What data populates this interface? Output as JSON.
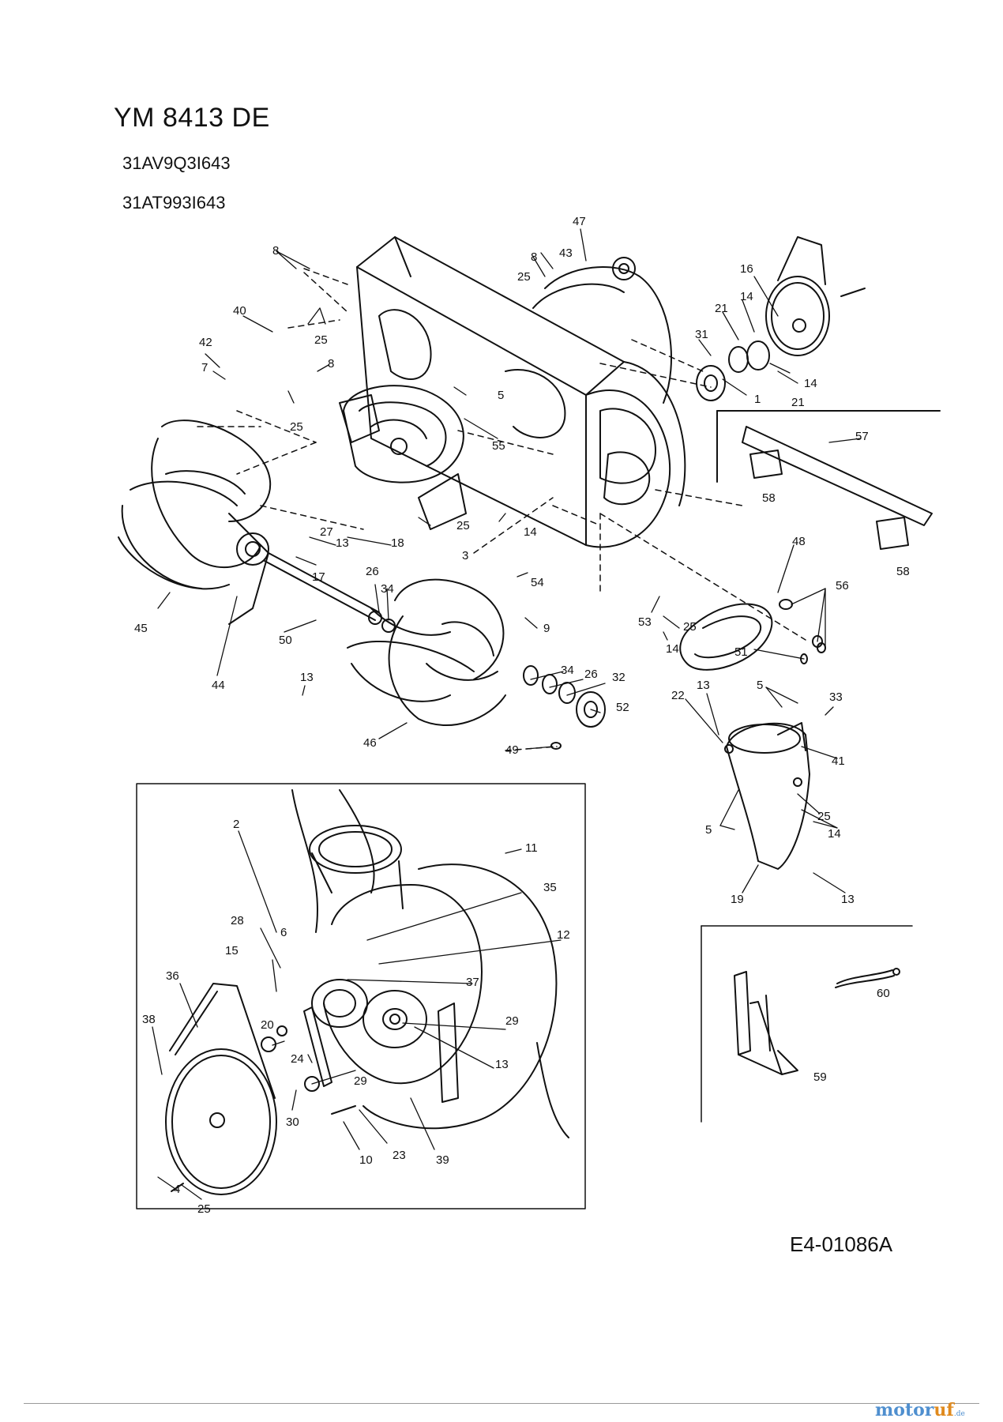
{
  "header": {
    "model": "YM 8413 DE",
    "part_codes": [
      "31AV9Q3I643",
      "31AT993I643"
    ]
  },
  "document_number": "E4-01086A",
  "logo": {
    "part1": "motor",
    "part2": "uf",
    "suffix": ".de"
  },
  "callouts": [
    {
      "id": "c-8a",
      "text": "8"
    },
    {
      "id": "c-40",
      "text": "40"
    },
    {
      "id": "c-42",
      "text": "42"
    },
    {
      "id": "c-7",
      "text": "7"
    },
    {
      "id": "c-25a",
      "text": "25"
    },
    {
      "id": "c-8b",
      "text": "8"
    },
    {
      "id": "c-25b",
      "text": "25"
    },
    {
      "id": "c-47",
      "text": "47"
    },
    {
      "id": "c-8c",
      "text": "8"
    },
    {
      "id": "c-43",
      "text": "43"
    },
    {
      "id": "c-25c",
      "text": "25"
    },
    {
      "id": "c-5a",
      "text": "5"
    },
    {
      "id": "c-55",
      "text": "55"
    },
    {
      "id": "c-16",
      "text": "16"
    },
    {
      "id": "c-14a",
      "text": "14"
    },
    {
      "id": "c-21a",
      "text": "21"
    },
    {
      "id": "c-31",
      "text": "31"
    },
    {
      "id": "c-1",
      "text": "1"
    },
    {
      "id": "c-21b",
      "text": "21"
    },
    {
      "id": "c-14b",
      "text": "14"
    },
    {
      "id": "c-57",
      "text": "57"
    },
    {
      "id": "c-58a",
      "text": "58"
    },
    {
      "id": "c-58b",
      "text": "58"
    },
    {
      "id": "c-27",
      "text": "27"
    },
    {
      "id": "c-13a",
      "text": "13"
    },
    {
      "id": "c-18",
      "text": "18"
    },
    {
      "id": "c-17",
      "text": "17"
    },
    {
      "id": "c-25d",
      "text": "25"
    },
    {
      "id": "c-3",
      "text": "3"
    },
    {
      "id": "c-14c",
      "text": "14"
    },
    {
      "id": "c-54",
      "text": "54"
    },
    {
      "id": "c-45",
      "text": "45"
    },
    {
      "id": "c-44",
      "text": "44"
    },
    {
      "id": "c-50",
      "text": "50"
    },
    {
      "id": "c-26a",
      "text": "26"
    },
    {
      "id": "c-34a",
      "text": "34"
    },
    {
      "id": "c-9",
      "text": "9"
    },
    {
      "id": "c-48",
      "text": "48"
    },
    {
      "id": "c-56",
      "text": "56"
    },
    {
      "id": "c-53",
      "text": "53"
    },
    {
      "id": "c-25e",
      "text": "25"
    },
    {
      "id": "c-14d",
      "text": "14"
    },
    {
      "id": "c-51",
      "text": "51"
    },
    {
      "id": "c-13b",
      "text": "13"
    },
    {
      "id": "c-34b",
      "text": "34"
    },
    {
      "id": "c-26b",
      "text": "26"
    },
    {
      "id": "c-32",
      "text": "32"
    },
    {
      "id": "c-52",
      "text": "52"
    },
    {
      "id": "c-49",
      "text": "49"
    },
    {
      "id": "c-46",
      "text": "46"
    },
    {
      "id": "c-22",
      "text": "22"
    },
    {
      "id": "c-13c",
      "text": "13"
    },
    {
      "id": "c-5b",
      "text": "5"
    },
    {
      "id": "c-33",
      "text": "33"
    },
    {
      "id": "c-41",
      "text": "41"
    },
    {
      "id": "c-25f",
      "text": "25"
    },
    {
      "id": "c-14e",
      "text": "14"
    },
    {
      "id": "c-5c",
      "text": "5"
    },
    {
      "id": "c-19",
      "text": "19"
    },
    {
      "id": "c-13d",
      "text": "13"
    },
    {
      "id": "c-11",
      "text": "11"
    },
    {
      "id": "c-2",
      "text": "2"
    },
    {
      "id": "c-35",
      "text": "35"
    },
    {
      "id": "c-28",
      "text": "28"
    },
    {
      "id": "c-6",
      "text": "6"
    },
    {
      "id": "c-12",
      "text": "12"
    },
    {
      "id": "c-15",
      "text": "15"
    },
    {
      "id": "c-36",
      "text": "36"
    },
    {
      "id": "c-37",
      "text": "37"
    },
    {
      "id": "c-38",
      "text": "38"
    },
    {
      "id": "c-29a",
      "text": "29"
    },
    {
      "id": "c-20",
      "text": "20"
    },
    {
      "id": "c-24",
      "text": "24"
    },
    {
      "id": "c-13e",
      "text": "13"
    },
    {
      "id": "c-29b",
      "text": "29"
    },
    {
      "id": "c-30",
      "text": "30"
    },
    {
      "id": "c-10",
      "text": "10"
    },
    {
      "id": "c-23",
      "text": "23"
    },
    {
      "id": "c-39",
      "text": "39"
    },
    {
      "id": "c-4",
      "text": "4"
    },
    {
      "id": "c-25g",
      "text": "25"
    },
    {
      "id": "c-60",
      "text": "60"
    },
    {
      "id": "c-59",
      "text": "59"
    }
  ]
}
